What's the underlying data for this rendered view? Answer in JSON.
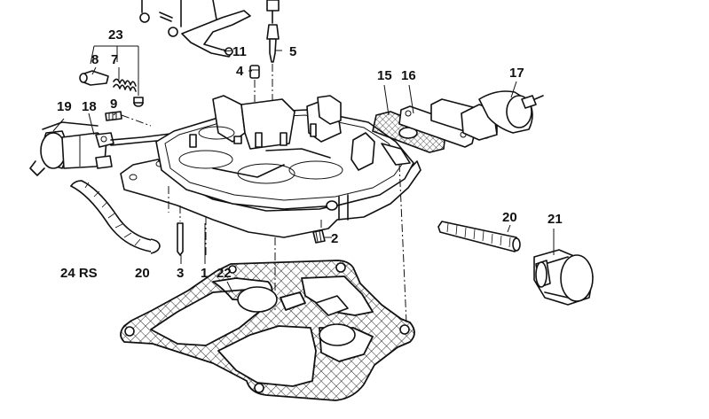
{
  "labels": {
    "l1": "1",
    "l2": "2",
    "l3": "3",
    "l4": "4",
    "l5": "5",
    "l7": "7",
    "l8": "8",
    "l9": "9",
    "l11": "11",
    "l15": "15",
    "l16": "16",
    "l17": "17",
    "l18": "18",
    "l19": "19",
    "l20a": "20",
    "l20b": "20",
    "l21": "21",
    "l22": "22",
    "l23": "23",
    "l24": "24 RS"
  }
}
